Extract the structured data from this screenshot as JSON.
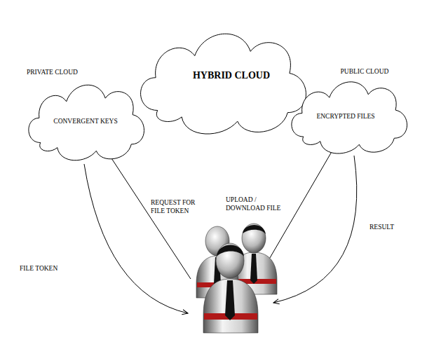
{
  "diagram": {
    "nodes": [
      {
        "text": [
          "PRIVATE CLOUD",
          "CONVERGENT KEYS"
        ]
      },
      {
        "text": [
          "HYBRID CLOUD"
        ]
      },
      {
        "text": [
          "PUBLIC CLOUD",
          "ENCRYPTED FILES"
        ]
      }
    ],
    "labels": [
      "REQUEST FOR FILE TOKEN",
      "UPLOAD / DOWNLOAD FILE",
      "RESULT",
      "FILE TOKEN"
    ]
  }
}
